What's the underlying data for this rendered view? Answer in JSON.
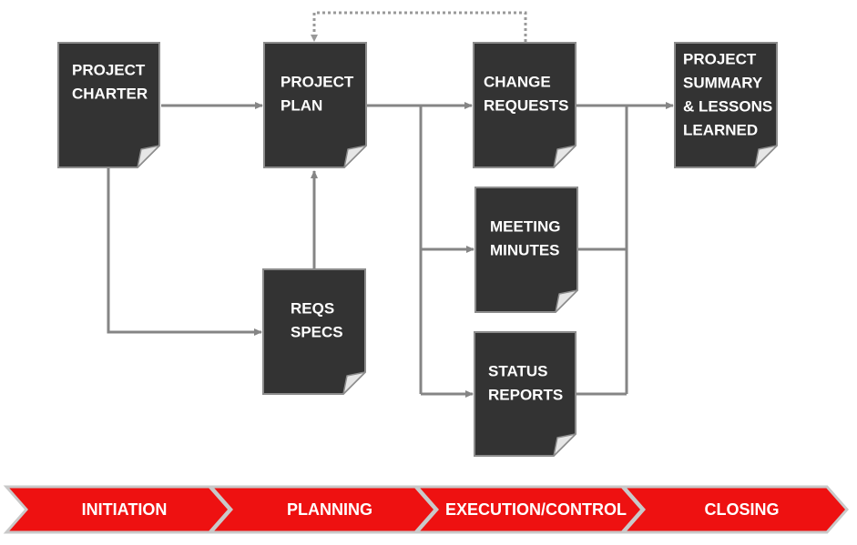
{
  "colors": {
    "doc_fill": "#333333",
    "doc_stroke": "#8c8c8c",
    "doc_text": "#ffffff",
    "fold_fill": "#e6e6e6",
    "connector": "#858585",
    "feedback": "#999999",
    "phase_fill": "#ee1111",
    "phase_stroke": "#c9c9c9",
    "phase_text": "#ffffff"
  },
  "documents": [
    {
      "id": "charter",
      "lines": [
        "PROJECT",
        "CHARTER"
      ]
    },
    {
      "id": "plan",
      "lines": [
        "PROJECT",
        "PLAN"
      ]
    },
    {
      "id": "reqs",
      "lines": [
        "REQS",
        "SPECS"
      ]
    },
    {
      "id": "change",
      "lines": [
        "CHANGE",
        "REQUESTS"
      ]
    },
    {
      "id": "minutes",
      "lines": [
        "MEETING",
        "MINUTES"
      ]
    },
    {
      "id": "status",
      "lines": [
        "STATUS",
        "REPORTS"
      ]
    },
    {
      "id": "summary",
      "lines": [
        "PROJECT",
        "SUMMARY",
        "& LESSONS",
        "LEARNED"
      ]
    }
  ],
  "phases": [
    "INITIATION",
    "PLANNING",
    "EXECUTION/CONTROL",
    "CLOSING"
  ]
}
